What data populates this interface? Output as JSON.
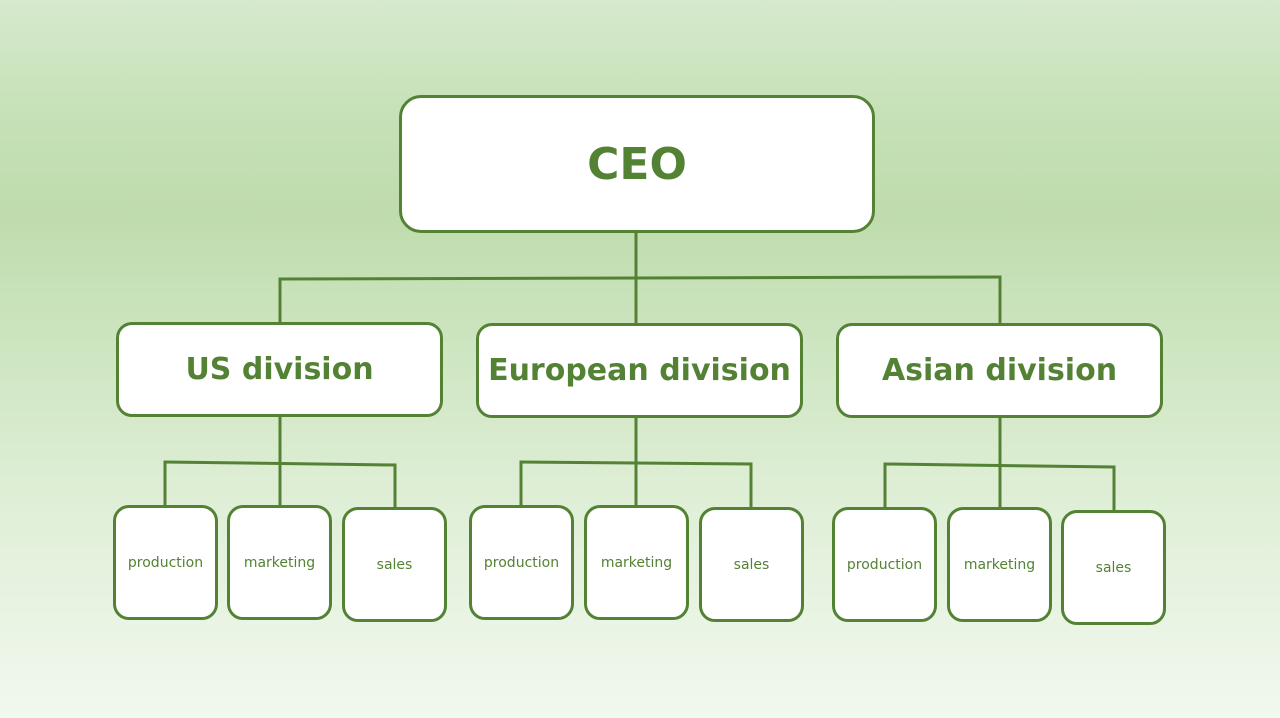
{
  "org_chart": {
    "root": {
      "label": "CEO"
    },
    "divisions": [
      {
        "label": "US division",
        "departments": [
          {
            "label": "production"
          },
          {
            "label": "marketing"
          },
          {
            "label": "sales"
          }
        ]
      },
      {
        "label": "European division",
        "departments": [
          {
            "label": "production"
          },
          {
            "label": "marketing"
          },
          {
            "label": "sales"
          }
        ]
      },
      {
        "label": "Asian division",
        "departments": [
          {
            "label": "production"
          },
          {
            "label": "marketing"
          },
          {
            "label": "sales"
          }
        ]
      }
    ]
  },
  "colors": {
    "stroke": "#548235",
    "text": "#548235",
    "box_fill": "#ffffff"
  }
}
